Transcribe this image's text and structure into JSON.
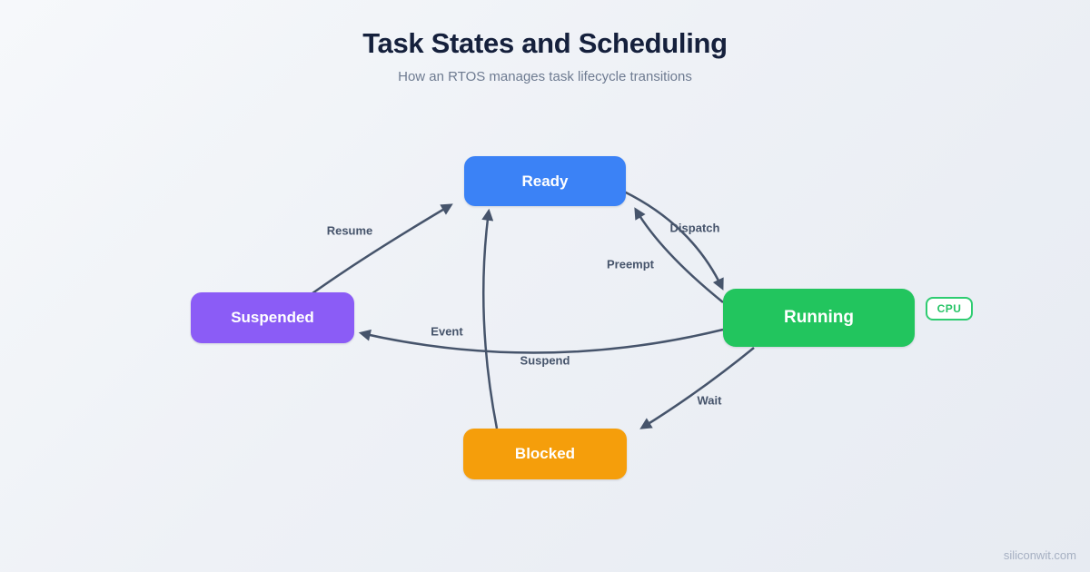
{
  "header": {
    "title": "Task States and Scheduling",
    "subtitle": "How an RTOS manages task lifecycle transitions"
  },
  "nodes": [
    {
      "id": "ready",
      "label": "Ready",
      "color": "#3b82f6"
    },
    {
      "id": "running",
      "label": "Running",
      "color": "#22c55e"
    },
    {
      "id": "suspended",
      "label": "Suspended",
      "color": "#8b5cf6"
    },
    {
      "id": "blocked",
      "label": "Blocked",
      "color": "#f59e0b"
    }
  ],
  "edges": [
    {
      "from": "Suspended",
      "to": "Ready",
      "label": "Resume"
    },
    {
      "from": "Ready",
      "to": "Running",
      "label": "Dispatch"
    },
    {
      "from": "Running",
      "to": "Ready",
      "label": "Preempt"
    },
    {
      "from": "Blocked",
      "to": "Ready",
      "label": "Event"
    },
    {
      "from": "Running",
      "to": "Suspended",
      "label": "Suspend"
    },
    {
      "from": "Running",
      "to": "Blocked",
      "label": "Wait"
    }
  ],
  "badge": {
    "label": "CPU",
    "color": "#2ecc71"
  },
  "watermark": "siliconwit.com",
  "colors": {
    "arrow": "#46546b",
    "title": "#15203c",
    "subtitle": "#6e7b91",
    "background_start": "#f6f8fb",
    "background_end": "#e7ebf2"
  }
}
